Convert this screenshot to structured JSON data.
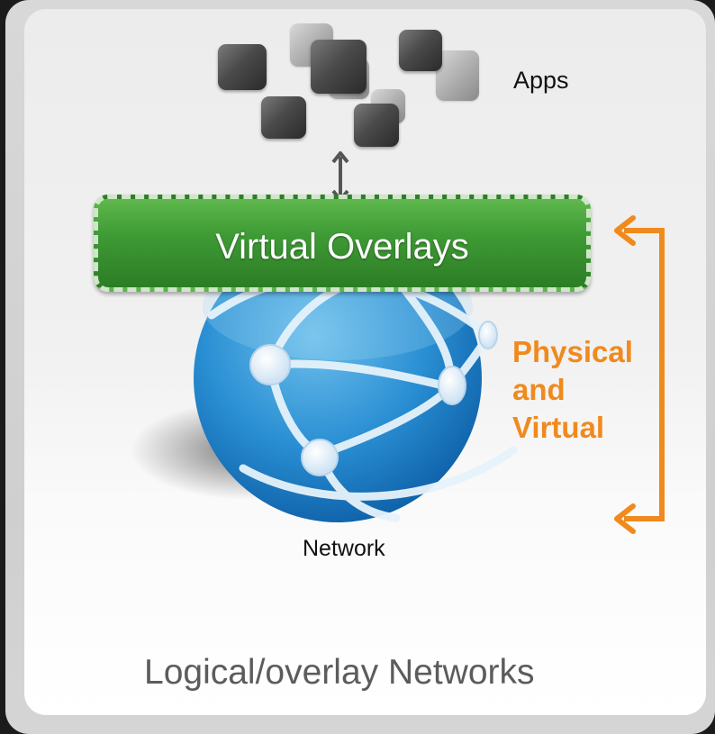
{
  "apps_label": "Apps",
  "overlay_label": "Virtual Overlays",
  "physical_virtual_lines": [
    "Physical",
    "and",
    "Virtual"
  ],
  "network_label": "Network",
  "footer_title": "Logical/overlay Networks",
  "colors": {
    "accent_orange": "#f08a1e",
    "overlay_green": "#3f9b35",
    "globe_blue": "#1d79c4"
  }
}
